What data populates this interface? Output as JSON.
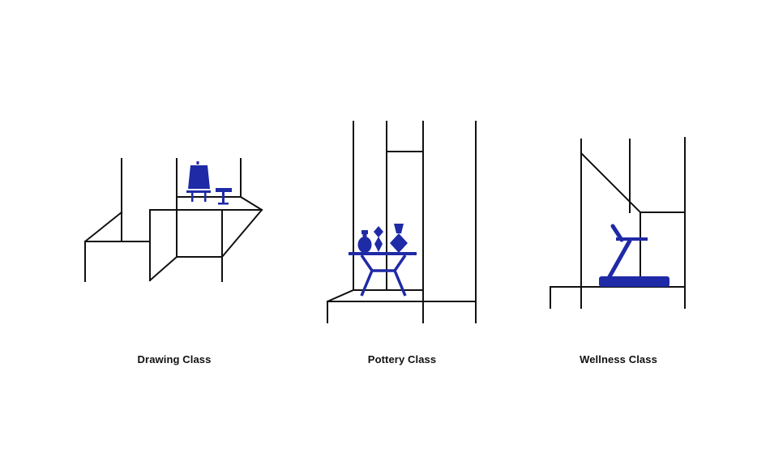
{
  "colors": {
    "line": "#111111",
    "accent": "#1f2aa6",
    "background": "#ffffff"
  },
  "classes": [
    {
      "label": "Drawing Class",
      "icon": "easel-icon"
    },
    {
      "label": "Pottery Class",
      "icon": "vases-icon"
    },
    {
      "label": "Wellness Class",
      "icon": "treadmill-icon"
    }
  ]
}
